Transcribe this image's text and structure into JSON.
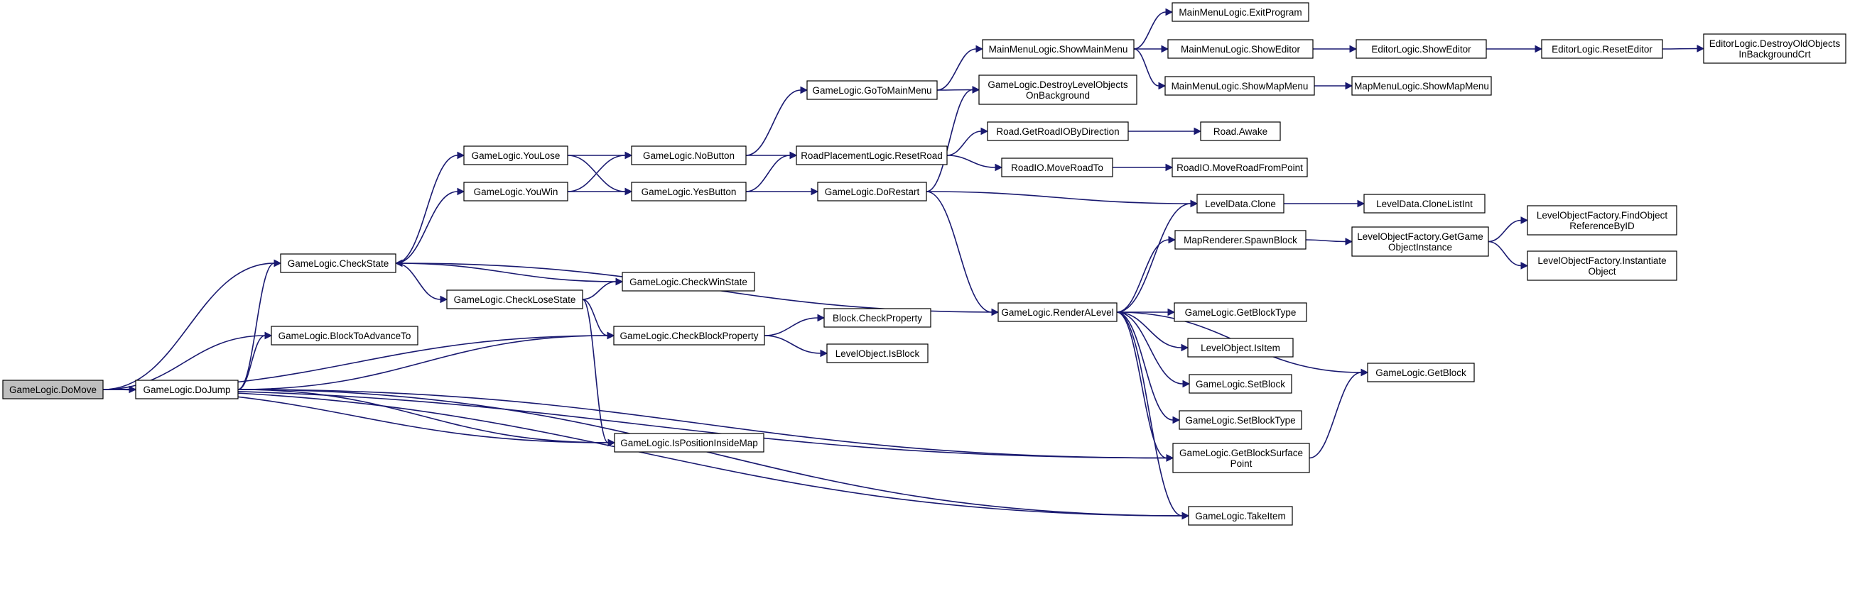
{
  "colors": {
    "edge": "#191970",
    "node_fill": "#ffffff",
    "root_fill": "#bfbfbf",
    "node_stroke": "#000000"
  },
  "nodes": {
    "DoMove": {
      "lines": [
        "GameLogic.DoMove"
      ],
      "root": true
    },
    "DoJump": {
      "lines": [
        "GameLogic.DoJump"
      ]
    },
    "CheckState": {
      "lines": [
        "GameLogic.CheckState"
      ]
    },
    "BlockToAdvanceTo": {
      "lines": [
        "GameLogic.BlockToAdvanceTo"
      ]
    },
    "YouLose": {
      "lines": [
        "GameLogic.YouLose"
      ]
    },
    "YouWin": {
      "lines": [
        "GameLogic.YouWin"
      ]
    },
    "CheckLoseState": {
      "lines": [
        "GameLogic.CheckLoseState"
      ]
    },
    "NoButton": {
      "lines": [
        "GameLogic.NoButton"
      ]
    },
    "YesButton": {
      "lines": [
        "GameLogic.YesButton"
      ]
    },
    "CheckWinState": {
      "lines": [
        "GameLogic.CheckWinState"
      ]
    },
    "CheckBlockProperty": {
      "lines": [
        "GameLogic.CheckBlockProperty"
      ]
    },
    "IsPositionInsideMap": {
      "lines": [
        "GameLogic.IsPositionInsideMap"
      ]
    },
    "GoToMainMenu": {
      "lines": [
        "GameLogic.GoToMainMenu"
      ]
    },
    "ResetRoad": {
      "lines": [
        "RoadPlacementLogic.ResetRoad"
      ]
    },
    "DoRestart": {
      "lines": [
        "GameLogic.DoRestart"
      ]
    },
    "BlockCheckProperty": {
      "lines": [
        "Block.CheckProperty"
      ]
    },
    "IsBlock": {
      "lines": [
        "LevelObject.IsBlock"
      ]
    },
    "ShowMainMenu": {
      "lines": [
        "MainMenuLogic.ShowMainMenu"
      ]
    },
    "DestroyLevelObjects": {
      "lines": [
        "GameLogic.DestroyLevelObjects",
        "OnBackground"
      ]
    },
    "GetRoadIOByDirection": {
      "lines": [
        "Road.GetRoadIOByDirection"
      ]
    },
    "MoveRoadTo": {
      "lines": [
        "RoadIO.MoveRoadTo"
      ]
    },
    "RenderALevel": {
      "lines": [
        "GameLogic.RenderALevel"
      ]
    },
    "ExitProgram": {
      "lines": [
        "MainMenuLogic.ExitProgram"
      ]
    },
    "ShowEditor": {
      "lines": [
        "MainMenuLogic.ShowEditor"
      ]
    },
    "ShowMapMenu": {
      "lines": [
        "MainMenuLogic.ShowMapMenu"
      ]
    },
    "RoadAwake": {
      "lines": [
        "Road.Awake"
      ]
    },
    "MoveRoadFromPoint": {
      "lines": [
        "RoadIO.MoveRoadFromPoint"
      ]
    },
    "LevelDataClone": {
      "lines": [
        "LevelData.Clone"
      ]
    },
    "SpawnBlock": {
      "lines": [
        "MapRenderer.SpawnBlock"
      ]
    },
    "GetBlockType": {
      "lines": [
        "GameLogic.GetBlockType"
      ]
    },
    "IsItem": {
      "lines": [
        "LevelObject.IsItem"
      ]
    },
    "SetBlock": {
      "lines": [
        "GameLogic.SetBlock"
      ]
    },
    "SetBlockType": {
      "lines": [
        "GameLogic.SetBlockType"
      ]
    },
    "GetBlockSurfacePoint": {
      "lines": [
        "GameLogic.GetBlockSurface",
        "Point"
      ]
    },
    "TakeItem": {
      "lines": [
        "GameLogic.TakeItem"
      ]
    },
    "EditorShowEditor": {
      "lines": [
        "EditorLogic.ShowEditor"
      ]
    },
    "MapShowMapMenu": {
      "lines": [
        "MapMenuLogic.ShowMapMenu"
      ]
    },
    "CloneListInt": {
      "lines": [
        "LevelData.CloneListInt"
      ]
    },
    "GetGameObjectInstance": {
      "lines": [
        "LevelObjectFactory.GetGame",
        "ObjectInstance"
      ]
    },
    "GetBlock": {
      "lines": [
        "GameLogic.GetBlock"
      ]
    },
    "ResetEditor": {
      "lines": [
        "EditorLogic.ResetEditor"
      ]
    },
    "FindObjectReferenceByID": {
      "lines": [
        "LevelObjectFactory.FindObject",
        "ReferenceByID"
      ]
    },
    "InstantiateObject": {
      "lines": [
        "LevelObjectFactory.Instantiate",
        "Object"
      ]
    },
    "DestroyOldObjects": {
      "lines": [
        "EditorLogic.DestroyOldObjects",
        "InBackgroundCrt"
      ]
    }
  },
  "edges": [
    [
      "DoMove",
      "DoJump"
    ],
    [
      "DoMove",
      "CheckState"
    ],
    [
      "DoMove",
      "BlockToAdvanceTo"
    ],
    [
      "DoMove",
      "CheckBlockProperty"
    ],
    [
      "DoMove",
      "IsPositionInsideMap"
    ],
    [
      "DoMove",
      "GetBlockSurfacePoint"
    ],
    [
      "DoMove",
      "TakeItem"
    ],
    [
      "DoJump",
      "CheckState"
    ],
    [
      "DoJump",
      "BlockToAdvanceTo"
    ],
    [
      "DoJump",
      "CheckBlockProperty"
    ],
    [
      "DoJump",
      "IsPositionInsideMap"
    ],
    [
      "DoJump",
      "GetBlockSurfacePoint"
    ],
    [
      "DoJump",
      "TakeItem"
    ],
    [
      "CheckState",
      "YouLose"
    ],
    [
      "CheckState",
      "YouWin"
    ],
    [
      "CheckState",
      "CheckLoseState"
    ],
    [
      "CheckState",
      "CheckWinState"
    ],
    [
      "YouLose",
      "NoButton"
    ],
    [
      "YouLose",
      "YesButton"
    ],
    [
      "YouWin",
      "NoButton"
    ],
    [
      "YouWin",
      "YesButton"
    ],
    [
      "CheckLoseState",
      "CheckWinState"
    ],
    [
      "CheckLoseState",
      "CheckBlockProperty"
    ],
    [
      "CheckLoseState",
      "IsPositionInsideMap"
    ],
    [
      "NoButton",
      "GoToMainMenu"
    ],
    [
      "NoButton",
      "ResetRoad"
    ],
    [
      "YesButton",
      "ResetRoad"
    ],
    [
      "YesButton",
      "DoRestart"
    ],
    [
      "CheckBlockProperty",
      "BlockCheckProperty"
    ],
    [
      "CheckBlockProperty",
      "IsBlock"
    ],
    [
      "GoToMainMenu",
      "ShowMainMenu"
    ],
    [
      "GoToMainMenu",
      "DestroyLevelObjects"
    ],
    [
      "ResetRoad",
      "GetRoadIOByDirection"
    ],
    [
      "ResetRoad",
      "MoveRoadTo"
    ],
    [
      "DoRestart",
      "DestroyLevelObjects"
    ],
    [
      "DoRestart",
      "LevelDataClone"
    ],
    [
      "DoRestart",
      "RenderALevel"
    ],
    [
      "RenderALevel",
      "CheckState"
    ],
    [
      "RenderALevel",
      "LevelDataClone"
    ],
    [
      "RenderALevel",
      "SpawnBlock"
    ],
    [
      "RenderALevel",
      "GetBlockType"
    ],
    [
      "RenderALevel",
      "IsItem"
    ],
    [
      "RenderALevel",
      "SetBlock"
    ],
    [
      "RenderALevel",
      "SetBlockType"
    ],
    [
      "RenderALevel",
      "GetBlockSurfacePoint"
    ],
    [
      "RenderALevel",
      "TakeItem"
    ],
    [
      "RenderALevel",
      "GetBlock"
    ],
    [
      "ShowMainMenu",
      "ExitProgram"
    ],
    [
      "ShowMainMenu",
      "ShowEditor"
    ],
    [
      "ShowMainMenu",
      "ShowMapMenu"
    ],
    [
      "ShowEditor",
      "EditorShowEditor"
    ],
    [
      "ShowMapMenu",
      "MapShowMapMenu"
    ],
    [
      "EditorShowEditor",
      "ResetEditor"
    ],
    [
      "ResetEditor",
      "DestroyOldObjects"
    ],
    [
      "GetRoadIOByDirection",
      "RoadAwake"
    ],
    [
      "MoveRoadTo",
      "MoveRoadFromPoint"
    ],
    [
      "LevelDataClone",
      "CloneListInt"
    ],
    [
      "SpawnBlock",
      "GetGameObjectInstance"
    ],
    [
      "GetGameObjectInstance",
      "FindObjectReferenceByID"
    ],
    [
      "GetGameObjectInstance",
      "InstantiateObject"
    ],
    [
      "GetBlockSurfacePoint",
      "GetBlock"
    ]
  ]
}
